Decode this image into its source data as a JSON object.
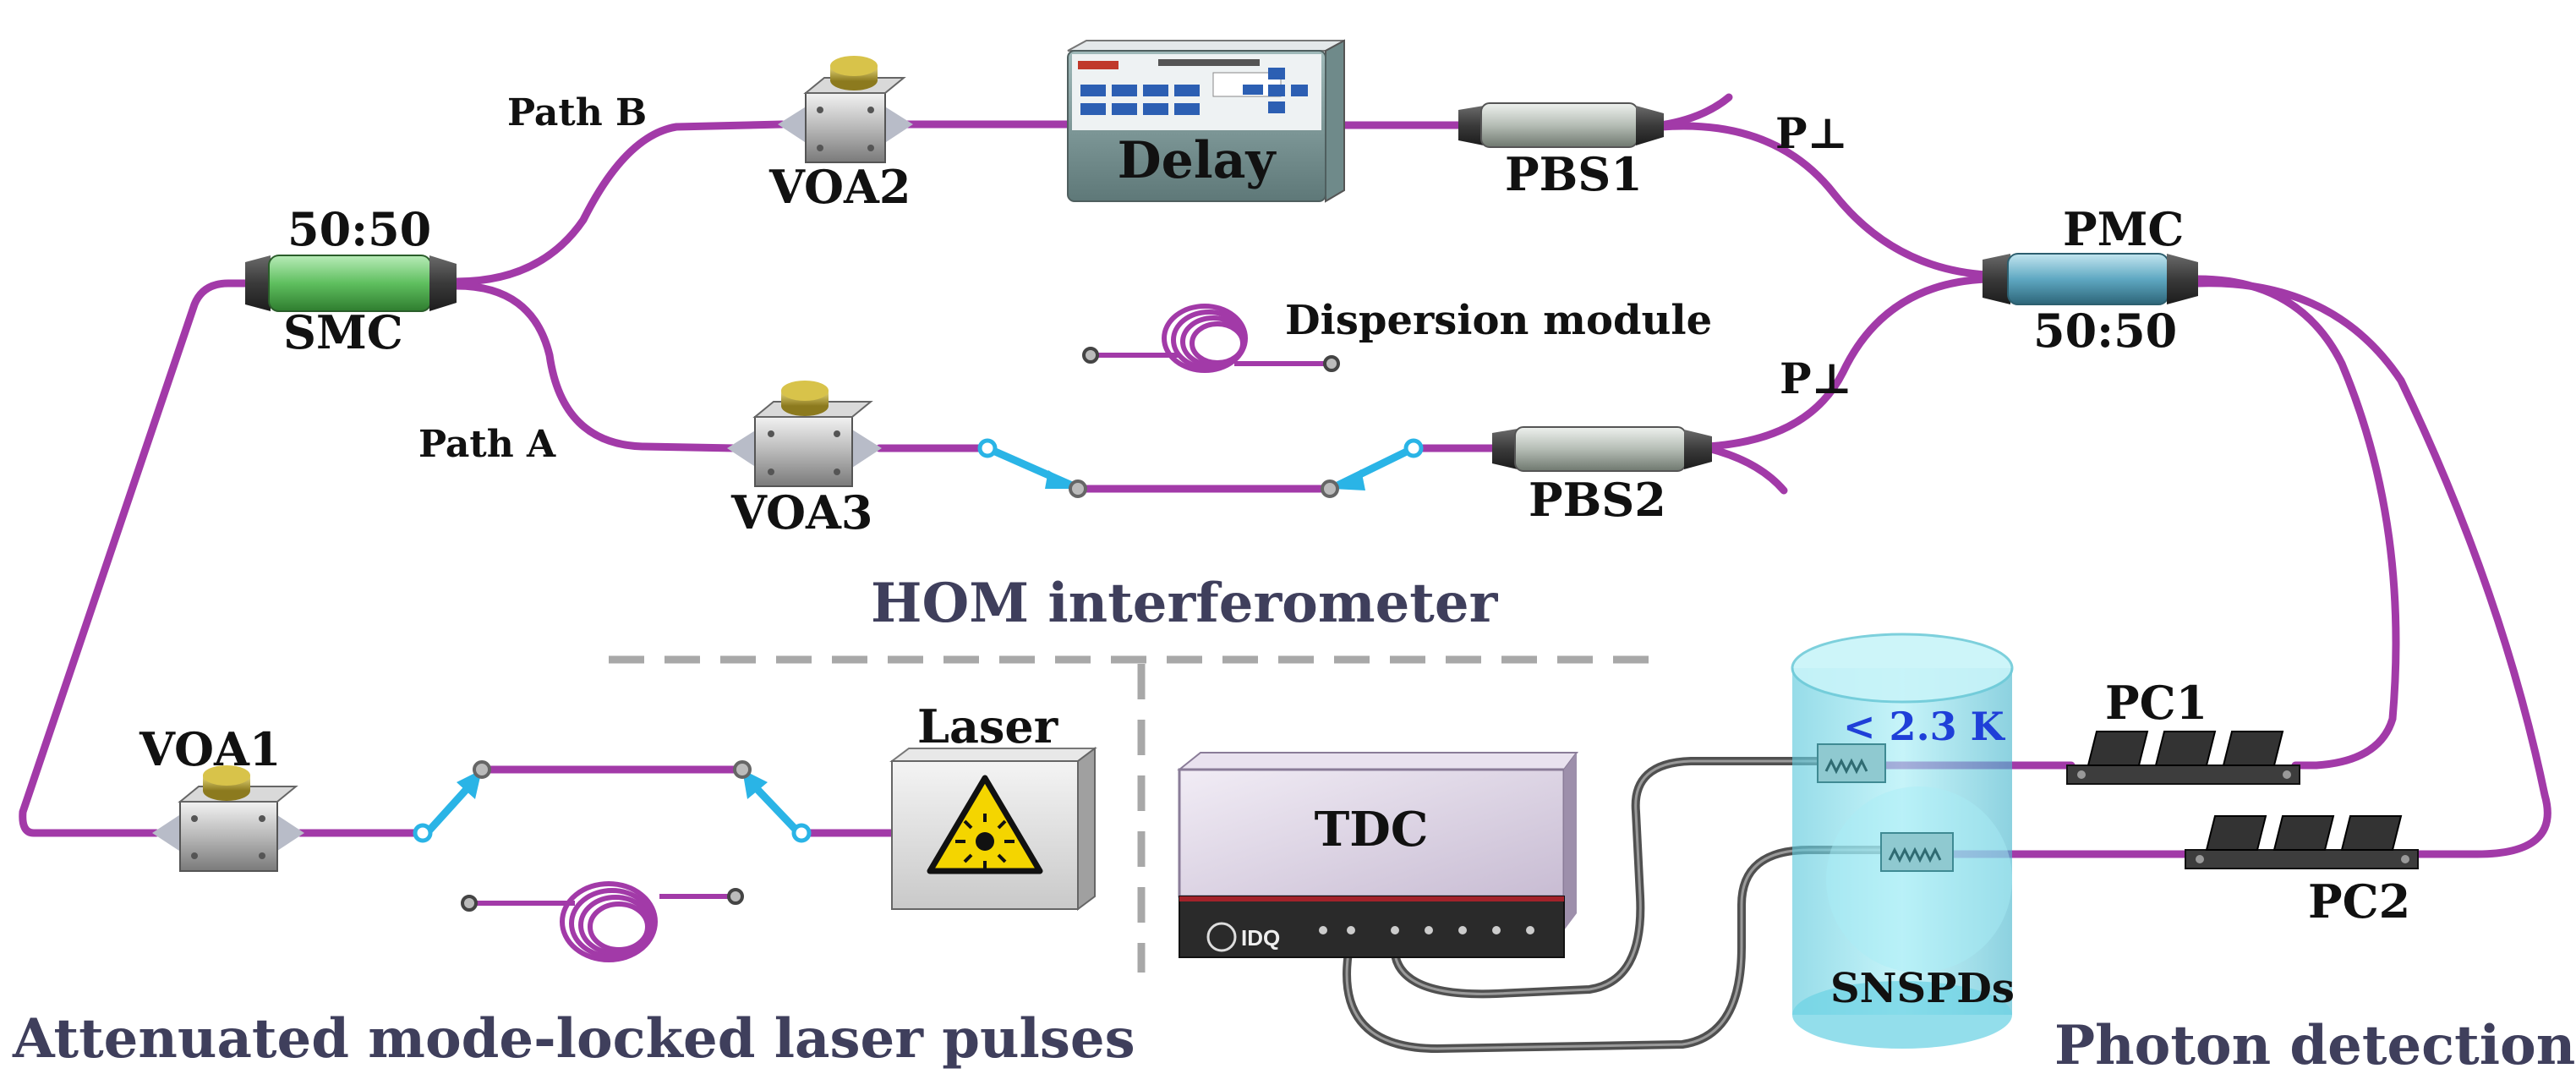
{
  "labels": {
    "path_b": "Path B",
    "path_a": "Path A",
    "voa1": "VOA1",
    "voa2": "VOA2",
    "voa3": "VOA3",
    "smc_ratio": "50:50",
    "smc": "SMC",
    "delay": "Delay",
    "pbs1": "PBS1",
    "pbs2": "PBS2",
    "p_perp_top": "P⊥",
    "p_perp_bottom": "P⊥",
    "pmc": "PMC",
    "pmc_ratio": "50:50",
    "dispersion_module": "Dispersion module",
    "laser": "Laser",
    "tdc": "TDC",
    "tdc_brand": "IDQ",
    "temperature": "< 2.3 K",
    "snspds": "SNSPDs",
    "pc1": "PC1",
    "pc2": "PC2"
  },
  "sections": {
    "hom": "HOM interferometer",
    "laser_pulses": "Attenuated mode-locked laser pulses",
    "photon_detection": "Photon detection"
  },
  "colors": {
    "fiber": "#a23aa8",
    "arrow": "#2ab4e6",
    "section_text": "#3f3f5c",
    "temperature_text": "#1f3fd8",
    "smc_body": "#5fbf5f",
    "pmc_body": "#5fa8c2",
    "cryostat": "#7fe0ee"
  }
}
